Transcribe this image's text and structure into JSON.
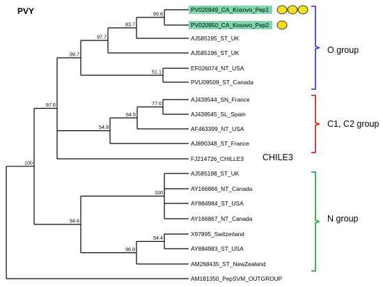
{
  "title": "PVY",
  "leaves": [
    {
      "id": "kosovo1",
      "label": "PV020949_CA_Kosovo_Pep1",
      "highlight": "#7fd6b0",
      "markers": 3
    },
    {
      "id": "kosovo2",
      "label": "PV020950_CA_Kosovo_Pep2",
      "highlight": "#7fd6b0",
      "markers": 1
    },
    {
      "id": "aj585195",
      "label": "AJ585195_ST_UK"
    },
    {
      "id": "aj585196",
      "label": "AJ585196_ST_UK"
    },
    {
      "id": "ef026074",
      "label": "EF026074_NT_USA"
    },
    {
      "id": "pvu09509",
      "label": "PVU09509_ST_Canada"
    },
    {
      "id": "aj439544",
      "label": "AJ439544_SN_France"
    },
    {
      "id": "aj439545",
      "label": "AJ439545_SL_Spain"
    },
    {
      "id": "af463399",
      "label": "AF463399_NT_USA"
    },
    {
      "id": "aj890348",
      "label": "AJ890348_ST_France"
    },
    {
      "id": "fj214726",
      "label": "FJ214726_CHILLE3"
    },
    {
      "id": "aj585198",
      "label": "AJ585198_ST_UK"
    },
    {
      "id": "ay166866",
      "label": "AY166866_NT_Canada"
    },
    {
      "id": "ay884984",
      "label": "AY884984_ST_USA"
    },
    {
      "id": "ay166867",
      "label": "AY166867_NT_Canada"
    },
    {
      "id": "x97895",
      "label": "X97895_Switzerland"
    },
    {
      "id": "ay884983",
      "label": "AY884983_ST_USA"
    },
    {
      "id": "am268435",
      "label": "AM268435_ST_NewZealand"
    },
    {
      "id": "am181350",
      "label": "AM181350_PepSVM_OUTGROUP"
    }
  ],
  "bootstrap": {
    "n_kos": "99.6",
    "n_k2": "83.7",
    "n_k3": "97.7",
    "n_ef": "51.1",
    "n_o": "99.7",
    "n_aj439": "77.6",
    "n_c3": "64.5",
    "n_c4": "54.9",
    "n_on": "97.6",
    "n_nq": "100",
    "n_xs": "54.4",
    "n_nb2": "96.8",
    "n_ng": "94.6",
    "n_root": "100"
  },
  "groups": [
    {
      "id": "o-group",
      "label": "O group",
      "color": "#3b3bf0"
    },
    {
      "id": "c-group",
      "label": "C1, C2 group",
      "color": "#e82020"
    },
    {
      "id": "n-group",
      "label": "N group",
      "color": "#1fb040"
    }
  ],
  "extra_label": "CHILE3",
  "marker_color": "#f0e020"
}
